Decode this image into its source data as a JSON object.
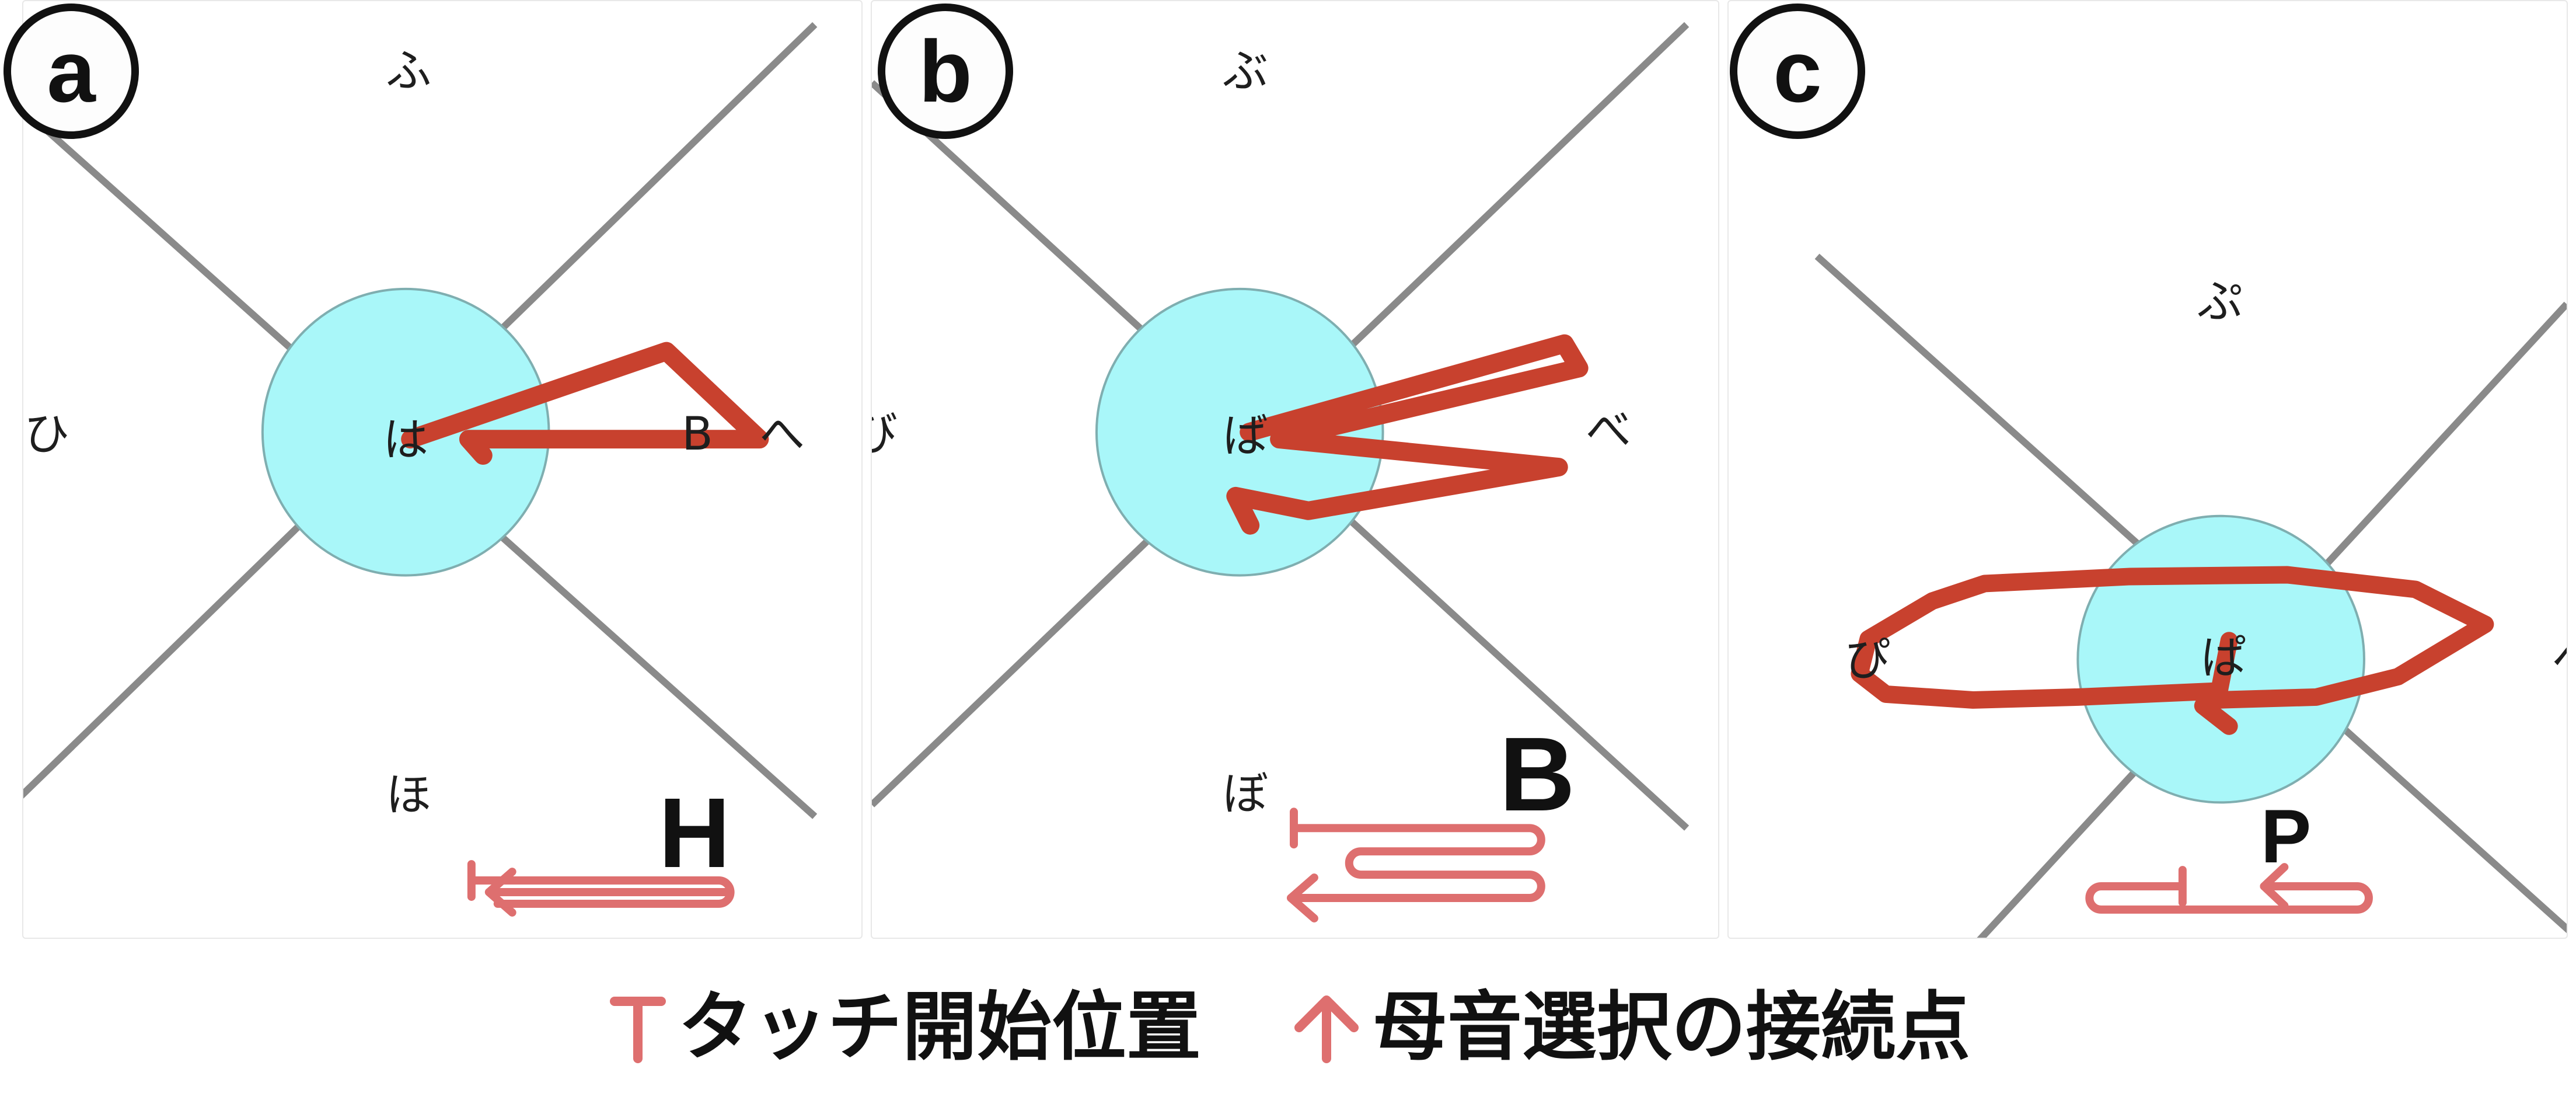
{
  "panels": [
    {
      "label": "a",
      "kana": {
        "top": "ふ",
        "left": "ひ",
        "center": "は",
        "right": "へ",
        "bottom": "ほ"
      },
      "letter": "H",
      "stroke_overlay_letter": "B"
    },
    {
      "label": "b",
      "kana": {
        "top": "ぶ",
        "left": "び",
        "center": "ば",
        "right": "べ",
        "bottom": "ぼ"
      },
      "letter": "B"
    },
    {
      "label": "c",
      "kana": {
        "top": "ぷ",
        "left": "ぴ",
        "center": "ぱ",
        "right": "ぺ"
      },
      "letter": "P"
    }
  ],
  "legend": {
    "touch_start": "タッチ開始位置",
    "vowel_connection": "母音選択の接続点"
  },
  "colors": {
    "circle_fill": "#a9f7f9",
    "stroke": "#c8412e",
    "gesture_icon": "#de6f6f",
    "divider": "#8a8a8a"
  },
  "icons": {
    "touch_start": "t-bar-icon",
    "vowel_connection": "up-arrow-icon"
  }
}
